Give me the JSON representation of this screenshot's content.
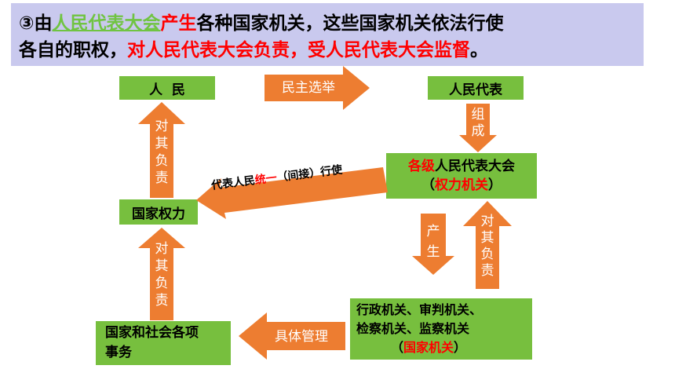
{
  "banner": {
    "line1": {
      "marker": "③由",
      "underlined": "人民代表大会",
      "red": "产生",
      "rest": "各种国家机关，这些国家机关依法行使"
    },
    "line2": {
      "start": "各自的职权，",
      "red": "对人民代表大会负责，受人民代表大会监督",
      "end": "。"
    }
  },
  "nodes": {
    "people": "人  民",
    "representatives": "人民代表",
    "congress_prefix": "各级",
    "congress_main": "人民代表大会",
    "congress_sub_open": "（",
    "congress_sub": "权力机关",
    "congress_sub_close": "）",
    "state_power": "国家权力",
    "organs_line1": "行政机关、审判机关、",
    "organs_line2": "检察机关、监察机关",
    "organs_sub_open": "（",
    "organs_sub": "国家机关",
    "organs_sub_close": "）",
    "affairs_line1": "国家和社会各项",
    "affairs_line2": "事务"
  },
  "arrows": {
    "election": "民主选举",
    "compose": "组成",
    "responsible_to_people": "对其负责",
    "represent_prefix": "代表人民",
    "represent_red": "统一",
    "represent_suffix": "（间接）行使",
    "produce": "产生",
    "responsible_to_congress": "对其负责",
    "responsible_affairs": "对其负责",
    "manage": "具体管理"
  },
  "colors": {
    "box_green": "#77bf3e",
    "arrow_orange": "#ed7d31",
    "banner_bg": "#c9c9ee",
    "highlight_red": "#ff0000",
    "highlight_green": "#70c442"
  }
}
